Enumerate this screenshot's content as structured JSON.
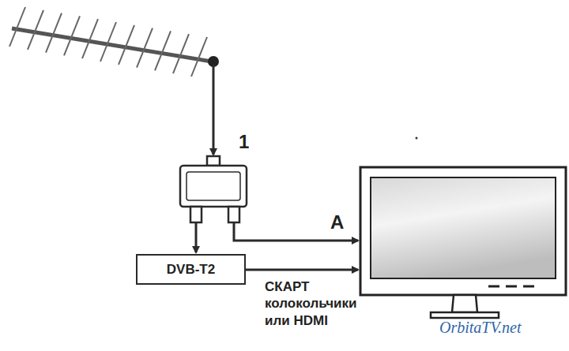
{
  "diagram": {
    "nodes": [
      {
        "text": [
          "DVB-T2"
        ]
      }
    ],
    "labels": [
      "1",
      "A",
      "СКАРТ колокольчики или HDMI",
      "OrbitaTV.net"
    ]
  }
}
